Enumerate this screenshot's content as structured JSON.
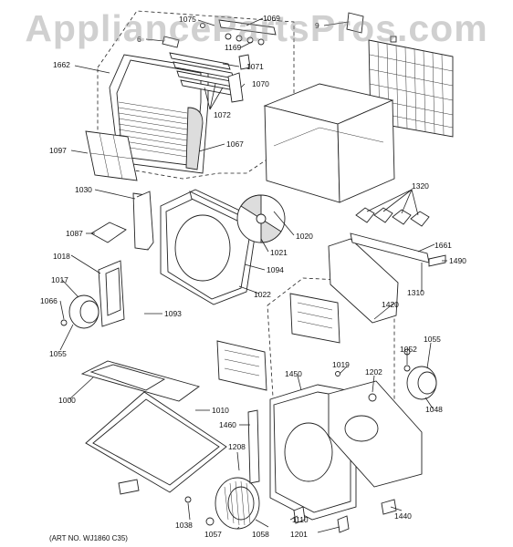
{
  "watermark": "AppliancePartsPros.com",
  "art_number": "(ART NO. WJ1860 C35)",
  "callouts": [
    {
      "id": "c1075",
      "label": "1075"
    },
    {
      "id": "c1069",
      "label": "1069"
    },
    {
      "id": "c6",
      "label": "6"
    },
    {
      "id": "c1169",
      "label": "1169"
    },
    {
      "id": "c9",
      "label": "9"
    },
    {
      "id": "c1662",
      "label": "1662"
    },
    {
      "id": "c1071",
      "label": "1071"
    },
    {
      "id": "c1070",
      "label": "1070"
    },
    {
      "id": "c1072",
      "label": "1072"
    },
    {
      "id": "c1097",
      "label": "1097"
    },
    {
      "id": "c1067",
      "label": "1067"
    },
    {
      "id": "c1030",
      "label": "1030"
    },
    {
      "id": "c1320",
      "label": "1320"
    },
    {
      "id": "c1087",
      "label": "1087"
    },
    {
      "id": "c1020",
      "label": "1020"
    },
    {
      "id": "c1021",
      "label": "1021"
    },
    {
      "id": "c1661",
      "label": "1661"
    },
    {
      "id": "c1018",
      "label": "1018"
    },
    {
      "id": "c1094",
      "label": "1094"
    },
    {
      "id": "c1490",
      "label": "1490"
    },
    {
      "id": "c1017",
      "label": "1017"
    },
    {
      "id": "c1022",
      "label": "1022"
    },
    {
      "id": "c1310",
      "label": "1310"
    },
    {
      "id": "c1066",
      "label": "1066"
    },
    {
      "id": "c1093",
      "label": "1093"
    },
    {
      "id": "c1420",
      "label": "1420"
    },
    {
      "id": "c1055a",
      "label": "1055"
    },
    {
      "id": "c1055b",
      "label": "1055"
    },
    {
      "id": "c1052",
      "label": "1052"
    },
    {
      "id": "c1019",
      "label": "1019"
    },
    {
      "id": "c1450",
      "label": "1450"
    },
    {
      "id": "c1202",
      "label": "1202"
    },
    {
      "id": "c1000",
      "label": "1000"
    },
    {
      "id": "c1048",
      "label": "1048"
    },
    {
      "id": "c1010",
      "label": "1010"
    },
    {
      "id": "c1460",
      "label": "1460"
    },
    {
      "id": "c1208",
      "label": "1208"
    },
    {
      "id": "c1038",
      "label": "1038"
    },
    {
      "id": "c1057",
      "label": "1057"
    },
    {
      "id": "c1058",
      "label": "1058"
    },
    {
      "id": "c1110",
      "label": "1110"
    },
    {
      "id": "c1201",
      "label": "1201"
    },
    {
      "id": "c1440",
      "label": "1440"
    }
  ]
}
